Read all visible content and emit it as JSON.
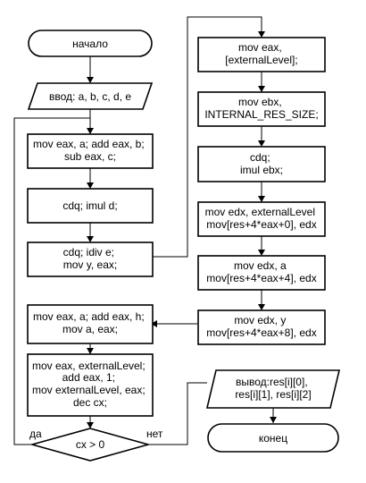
{
  "nodes": {
    "start": {
      "lines": [
        "начало"
      ]
    },
    "input": {
      "lines": [
        "ввод: a, b, c, d, e"
      ]
    },
    "step1": {
      "lines": [
        "mov eax, a; add eax, b;",
        "sub eax, c;"
      ]
    },
    "step2": {
      "lines": [
        "cdq; imul d;"
      ]
    },
    "step3": {
      "lines": [
        "cdq; idiv e;",
        "mov y, eax;"
      ]
    },
    "step4": {
      "lines": [
        "mov eax, a; add eax, h;",
        "mov a, eax;"
      ]
    },
    "step5": {
      "lines": [
        "mov eax, externalLevel;",
        "add eax, 1;",
        "mov externalLevel, eax;",
        "dec cx;"
      ]
    },
    "decision": {
      "lines": [
        "cx > 0"
      ]
    },
    "r1": {
      "lines": [
        "mov eax,",
        "[externalLevel];"
      ]
    },
    "r2": {
      "lines": [
        "mov ebx,",
        "INTERNAL_RES_SIZE;"
      ]
    },
    "r3": {
      "lines": [
        "cdq;",
        "imul ebx;"
      ]
    },
    "r4": {
      "lines": [
        "mov edx, externalLevel",
        "mov[res+4*eax+0], edx"
      ]
    },
    "r5": {
      "lines": [
        "mov edx, a",
        "mov[res+4*eax+4], edx"
      ]
    },
    "r6": {
      "lines": [
        "mov edx, y",
        "mov[res+4*eax+8], edx"
      ]
    },
    "output": {
      "lines": [
        "вывод:res[i][0],",
        "res[i][1], res[i][2]"
      ]
    },
    "end": {
      "lines": [
        "конец"
      ]
    }
  },
  "edge_labels": {
    "yes": "да",
    "no": "нет"
  }
}
